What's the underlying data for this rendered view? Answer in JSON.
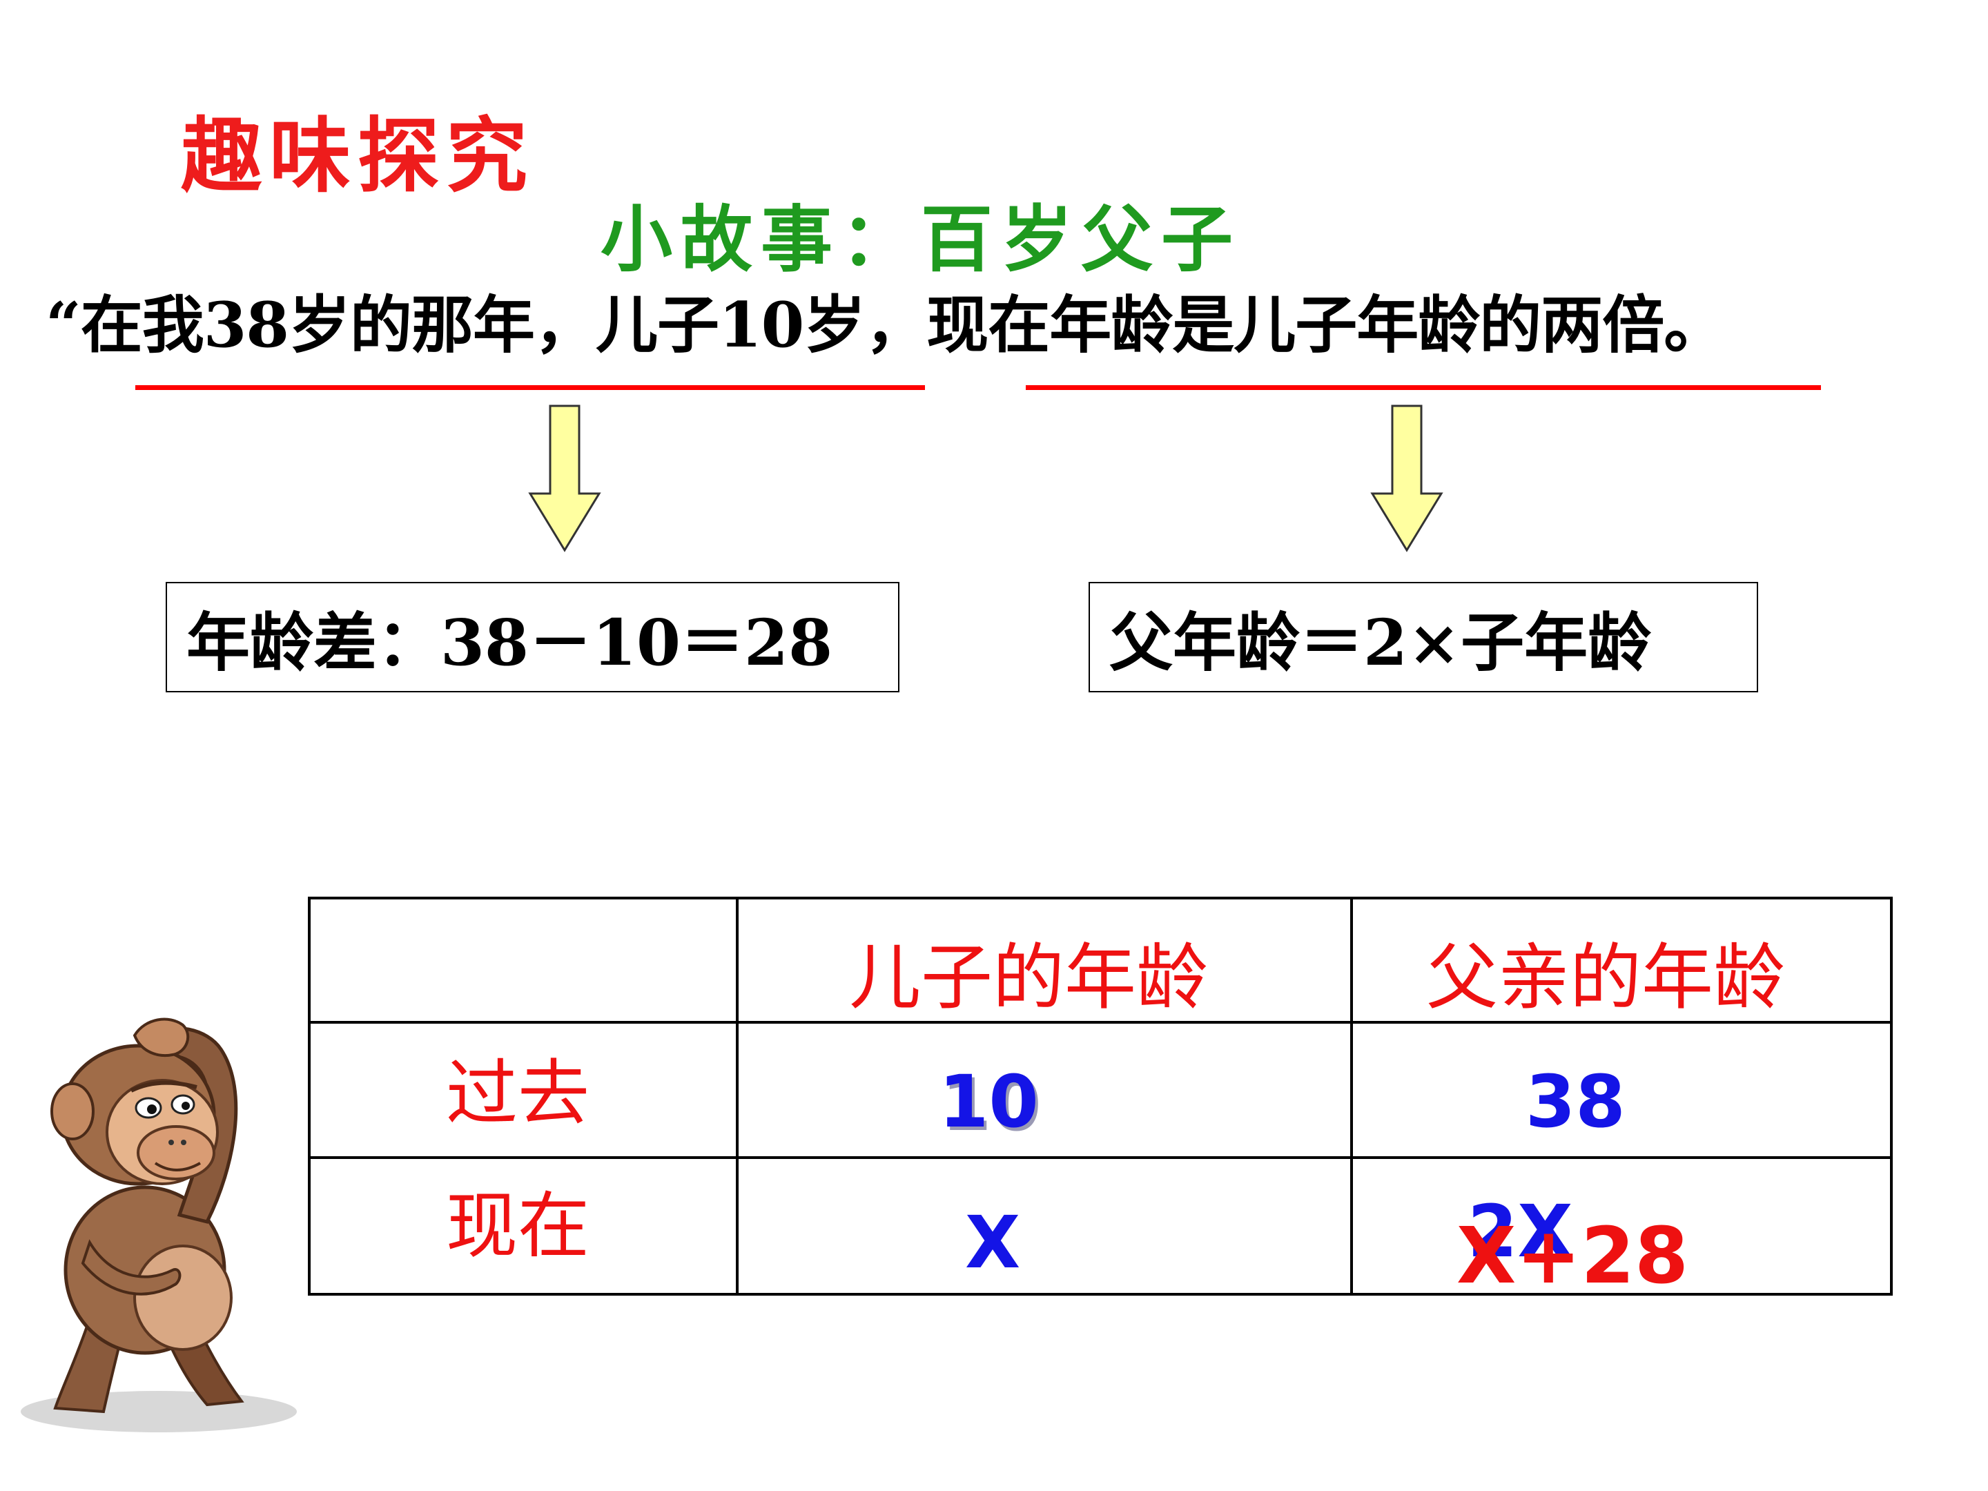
{
  "title": "趣味探究",
  "subtitle": "小故事：百岁父子",
  "quote": "“在我38岁的那年，儿子10岁，现在年龄是儿子年龄的两倍。",
  "boxes": {
    "left": "年龄差：38－10＝28",
    "right": "父年龄＝2×子年龄"
  },
  "table": {
    "headers": [
      "",
      "儿子的年龄",
      "父亲的年龄"
    ],
    "rows": [
      {
        "label": "过去",
        "son": "10",
        "father": "38"
      },
      {
        "label": "现在",
        "son": "X",
        "father_a": "2X",
        "father_b": "X+28"
      }
    ]
  },
  "colors": {
    "title": "#ee1c1c",
    "subtitle": "#1f9a1f",
    "underline": "#ff0000",
    "arrow_fill": "#ffffa0",
    "table_red": "#ee1111",
    "table_blue": "#1414e6"
  },
  "image": "thinking-monkey"
}
